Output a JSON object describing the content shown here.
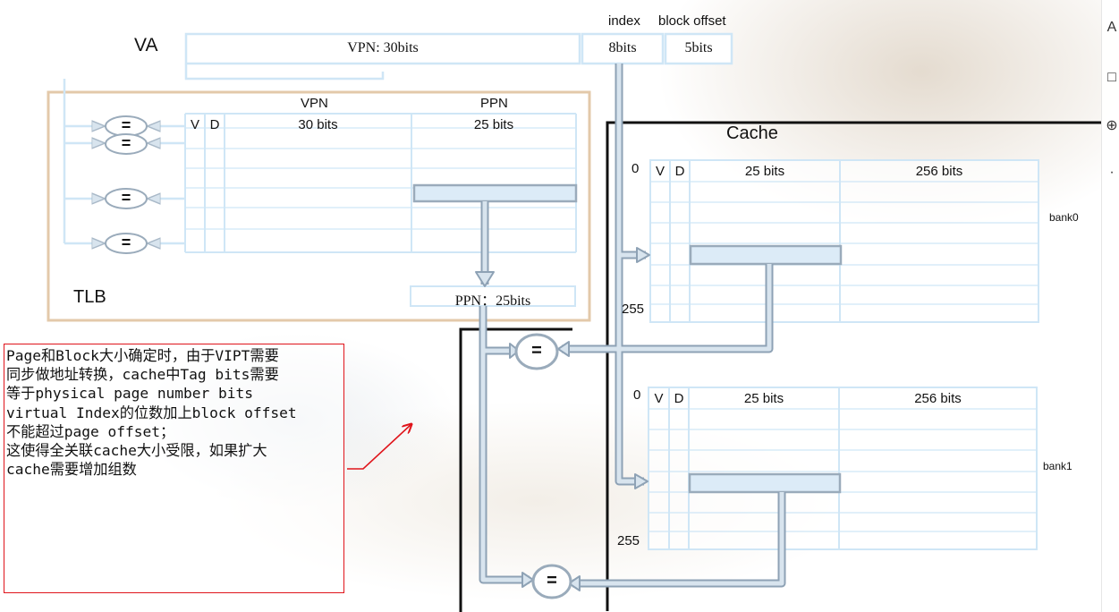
{
  "va": {
    "label": "VA",
    "vpn_field": "VPN: 30bits",
    "index_header": "index",
    "index_field": "8bits",
    "offset_header": "block offset",
    "offset_field": "5bits"
  },
  "tlb": {
    "label": "TLB",
    "vpn_header": "VPN",
    "ppn_header": "PPN",
    "col_v": "V",
    "col_d": "D",
    "vpn_bits": "30 bits",
    "ppn_bits": "25 bits",
    "comparator": "=",
    "ppn_output": "PPN：25bits"
  },
  "cache": {
    "title": "Cache",
    "banks": [
      {
        "name": "bank0",
        "row_first": "0",
        "row_last": "255",
        "col_v": "V",
        "col_d": "D",
        "tag_bits": "25 bits",
        "data_bits": "256 bits"
      },
      {
        "name": "bank1",
        "row_first": "0",
        "row_last": "255",
        "col_v": "V",
        "col_d": "D",
        "tag_bits": "25 bits",
        "data_bits": "256 bits"
      }
    ],
    "comparator": "="
  },
  "note": {
    "text": "Page和Block大小确定时，由于VIPT需要\n同步做地址转换，cache中Tag bits需要\n等于physical page number bits\nvirtual Index的位数加上block offset\n不能超过page offset；\n这使得全关联cache大小受限，如果扩大\ncache需要增加组数"
  },
  "colors": {
    "table_line": "#cfe6f6",
    "highlight_fill": "#dcebf7",
    "arrow_fill": "#c8d6e2",
    "arrow_stroke": "#8ea2b5",
    "tlb_border": "#e3c9aa",
    "note_border": "#e0141b"
  },
  "toolbar": {
    "icons": [
      "text-translate-icon",
      "select-icon",
      "zoom-in-icon",
      "more-icon"
    ]
  }
}
